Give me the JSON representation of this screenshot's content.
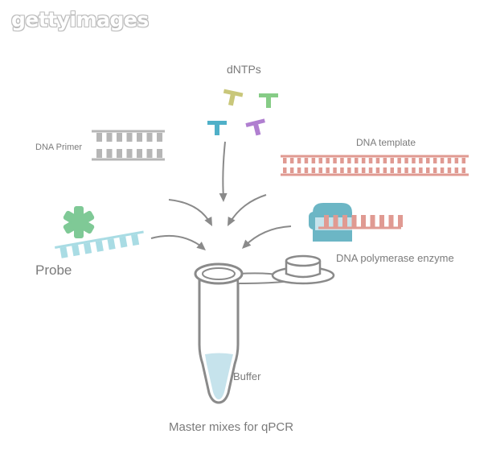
{
  "watermark": "gettyimages",
  "labels": {
    "dntps": "dNTPs",
    "primer": "DNA  Primer",
    "template": "DNA template",
    "probe": "Probe",
    "polymerase": "DNA polymerase enzyme",
    "buffer": "Buffer",
    "caption": "Master mixes for qPCR"
  },
  "colors": {
    "line": "#8a8a8a",
    "primer": "#b6b6b6",
    "template": "#e09a92",
    "probe_strand": "#a9dce4",
    "probe_tag": "#7fc996",
    "enzyme": "#6cb6c5",
    "buffer": "#c6e3ec",
    "dntp_yellow": "#c9c77a",
    "dntp_green": "#86cc86",
    "dntp_blue": "#4fb0c8",
    "dntp_purple": "#b07fd0"
  }
}
